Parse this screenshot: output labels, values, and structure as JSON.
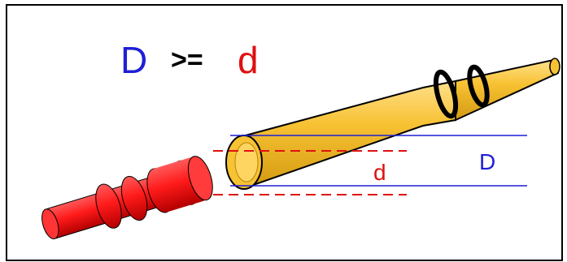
{
  "formula": {
    "big": "D",
    "op": ">=",
    "small": "d"
  },
  "labels": {
    "small_diameter": "d",
    "large_diameter": "D"
  },
  "colors": {
    "blue": "#1f1fd6",
    "red": "#e01010",
    "red_part": "#ff1a1a",
    "red_part_dark": "#9a0000",
    "gold_part": "#f7c233",
    "gold_part_dark": "#b8860b",
    "outline": "#000000"
  }
}
